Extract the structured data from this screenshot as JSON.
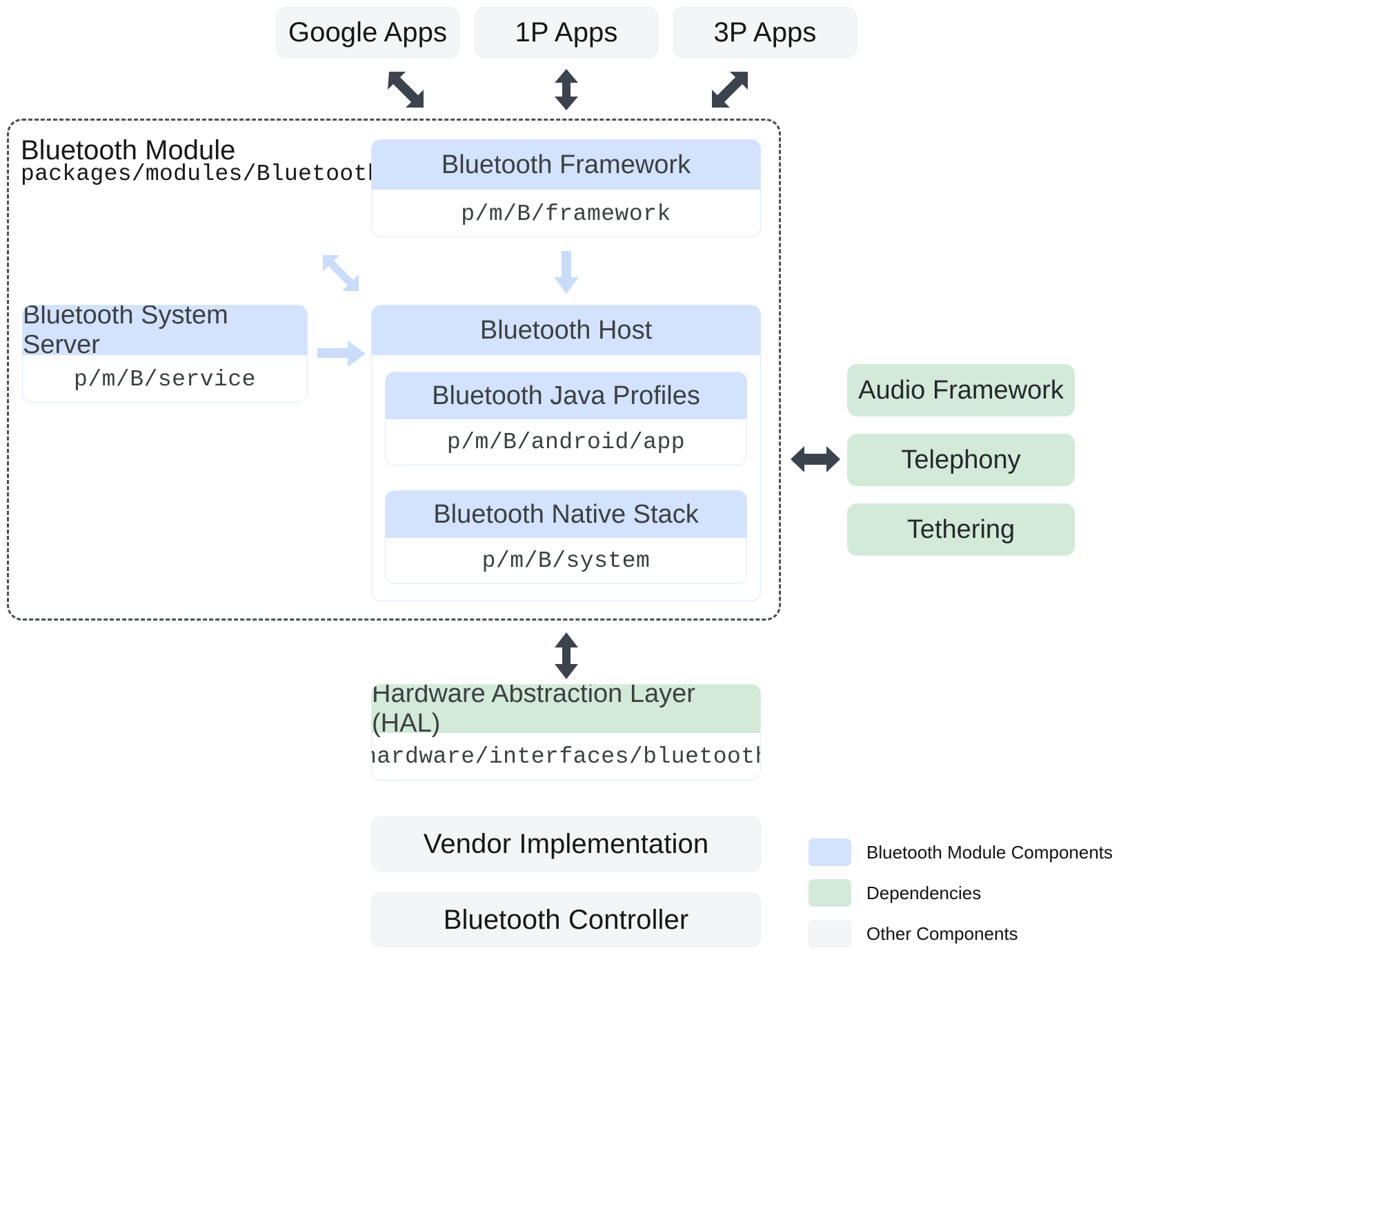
{
  "top_apps": [
    {
      "label": "Google Apps"
    },
    {
      "label": "1P Apps"
    },
    {
      "label": "3P Apps"
    }
  ],
  "module": {
    "title": "Bluetooth Module",
    "path": "packages/modules/Bluetooth"
  },
  "components": {
    "framework": {
      "title": "Bluetooth Framework",
      "path": "p/m/B/framework"
    },
    "system_server": {
      "title": "Bluetooth System Server",
      "path": "p/m/B/service"
    },
    "host": {
      "title": "Bluetooth Host"
    },
    "java_profiles": {
      "title": "Bluetooth Java Profiles",
      "path": "p/m/B/android/app"
    },
    "native_stack": {
      "title": "Bluetooth Native Stack",
      "path": "p/m/B/system"
    },
    "hal": {
      "title": "Hardware Abstraction Layer (HAL)",
      "path": "hardware/interfaces/bluetooth"
    },
    "vendor": {
      "title": "Vendor Implementation"
    },
    "controller": {
      "title": "Bluetooth Controller"
    }
  },
  "dependencies": [
    {
      "label": "Audio Framework"
    },
    {
      "label": "Telephony"
    },
    {
      "label": "Tethering"
    }
  ],
  "legend": [
    {
      "label": "Bluetooth Module Components",
      "color": "#d3e2fd"
    },
    {
      "label": "Dependencies",
      "color": "#d3ead9"
    },
    {
      "label": "Other Components",
      "color": "#f4f5f7"
    }
  ],
  "colors": {
    "module_component": "#d3e2fd",
    "dependency": "#d3ead9",
    "other_component": "#f4f5f7",
    "arrow_dark": "#3c434d",
    "arrow_light": "#c9dcfa",
    "dashed_border": "#4a4f57"
  },
  "arrows": [
    {
      "name": "google-apps-to-module",
      "direction": "down-left"
    },
    {
      "name": "1p-apps-to-module",
      "direction": "up-down"
    },
    {
      "name": "3p-apps-to-module",
      "direction": "diagonal-both"
    },
    {
      "name": "framework-to-system-server",
      "direction": "down-left"
    },
    {
      "name": "framework-to-host",
      "direction": "down"
    },
    {
      "name": "system-server-to-host",
      "direction": "right"
    },
    {
      "name": "host-to-dependencies",
      "direction": "left-right"
    },
    {
      "name": "module-to-hal",
      "direction": "up-down"
    }
  ]
}
